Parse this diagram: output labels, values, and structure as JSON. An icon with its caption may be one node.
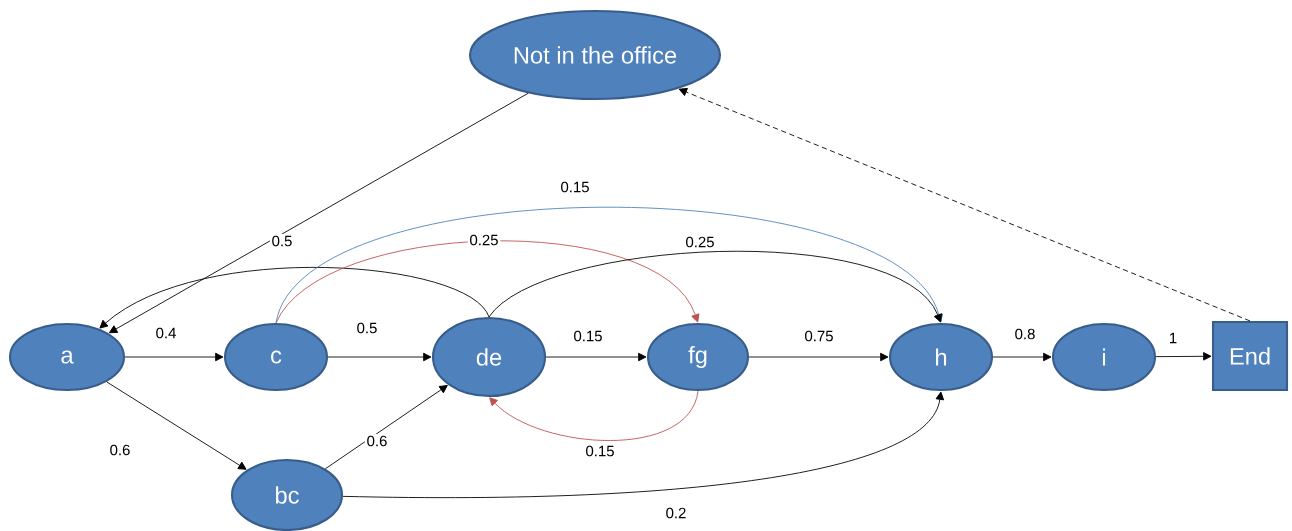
{
  "diagram": {
    "nodes": [
      {
        "text": [
          "Not in the office"
        ]
      },
      {
        "text": [
          "a"
        ]
      },
      {
        "text": [
          "c"
        ]
      },
      {
        "text": [
          "de"
        ]
      },
      {
        "text": [
          "fg"
        ]
      },
      {
        "text": [
          "h"
        ]
      },
      {
        "text": [
          "i"
        ]
      },
      {
        "text": [
          "End"
        ]
      },
      {
        "text": [
          "bc"
        ]
      }
    ],
    "edges": [
      {
        "from": 0,
        "to": 1,
        "arrow": "to"
      },
      {
        "from": 1,
        "to": 2,
        "arrow": "to",
        "label": "0.4"
      },
      {
        "from": 1,
        "to": 8,
        "arrow": "to",
        "label": "0.6"
      },
      {
        "from": 2,
        "to": 3,
        "arrow": "to",
        "label": "0.5"
      },
      {
        "from": 3,
        "to": 1,
        "arrow": "to",
        "label": "0.5"
      },
      {
        "from": 2,
        "to": 4,
        "arrow": "to",
        "label": "0.25",
        "color": "#c0504d"
      },
      {
        "from": 2,
        "to": 5,
        "arrow": "to",
        "label": "0.15",
        "color": "#4f81bd"
      },
      {
        "from": 3,
        "to": 5,
        "arrow": "to",
        "label": "0.25"
      },
      {
        "from": 3,
        "to": 4,
        "arrow": "to",
        "label": "0.15"
      },
      {
        "from": 4,
        "to": 5,
        "arrow": "to",
        "label": "0.75"
      },
      {
        "from": 8,
        "to": 3,
        "arrow": "to",
        "label": "0.6"
      },
      {
        "from": 4,
        "to": 3,
        "arrow": "to",
        "label": "0.15",
        "color": "#c0504d"
      },
      {
        "from": 8,
        "to": 5,
        "arrow": "to",
        "label": "0.2"
      },
      {
        "from": 5,
        "to": 6,
        "arrow": "to",
        "label": "0.8"
      },
      {
        "from": 6,
        "to": 7,
        "arrow": "to",
        "label": "1"
      },
      {
        "from": 7,
        "to": 0,
        "arrow": "to",
        "style": "dashed"
      }
    ]
  }
}
